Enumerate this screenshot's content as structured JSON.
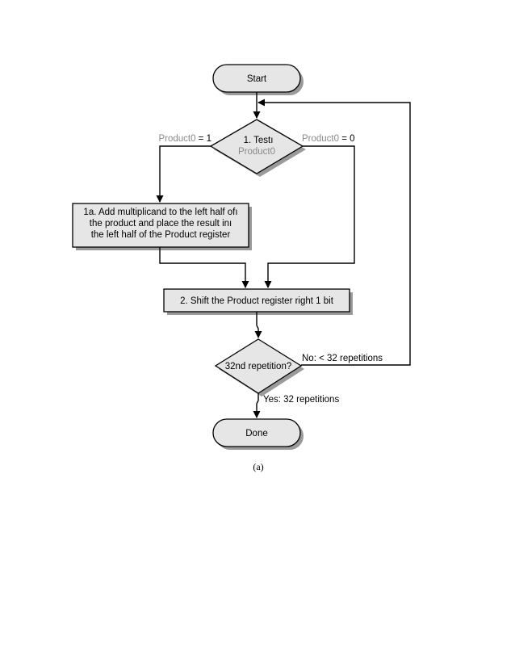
{
  "nodes": {
    "start": "Start",
    "test": {
      "line1": "1. Testı",
      "line2": "Product0"
    },
    "add": {
      "line1": "1a. Add multiplicand to the left half ofı",
      "line2": "the product and place the result inı",
      "line3": "the left half of the Product register"
    },
    "shift": "2. Shift the Product register right 1 bit",
    "repeat": "32nd repetition?",
    "done": "Done"
  },
  "edges": {
    "product0_one": {
      "var": "Product0",
      "rest": " = 1"
    },
    "product0_zero": {
      "var": "Product0",
      "rest": " = 0"
    },
    "no": "No:  < 32 repetitions",
    "yes": "Yes:  32 repetitions"
  },
  "caption": "(a)",
  "colors": {
    "shape_fill": "#e6e6e6",
    "muted_text": "#8a8a8a"
  }
}
